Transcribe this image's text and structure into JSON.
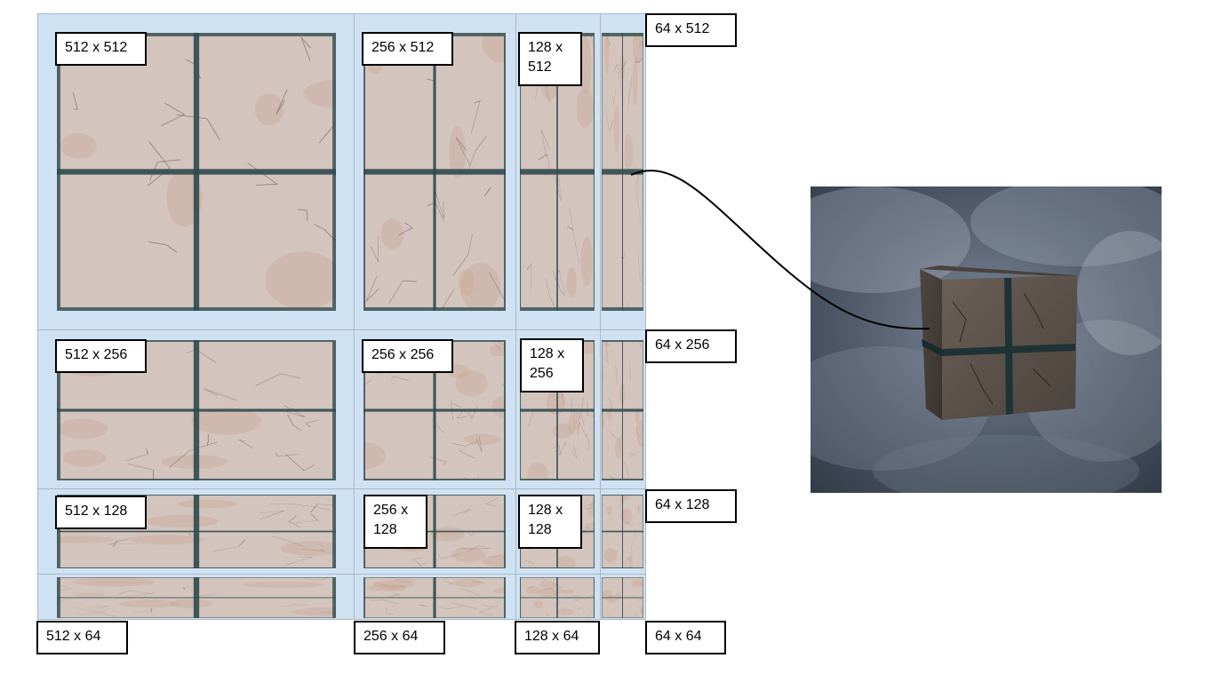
{
  "labels": {
    "r512": [
      "512 x 512",
      "256 x 512",
      "128 x\n512",
      "64 x 512"
    ],
    "r256": [
      "512 x 256",
      "256 x 256",
      "128 x\n256",
      "64 x 256"
    ],
    "r128": [
      "512 x 128",
      "256 x\n128",
      "128 x\n128",
      "64 x 128"
    ],
    "r64": [
      "512 x 64",
      "256 x 64",
      "128 x 64",
      "64 x 64"
    ]
  },
  "colors": {
    "grid_background": "#cfe2f3",
    "tile": "#d3c4bd",
    "tile_grout": "#2e4a4e",
    "cube_face": "#5a5048",
    "sky": "#4a5566"
  }
}
